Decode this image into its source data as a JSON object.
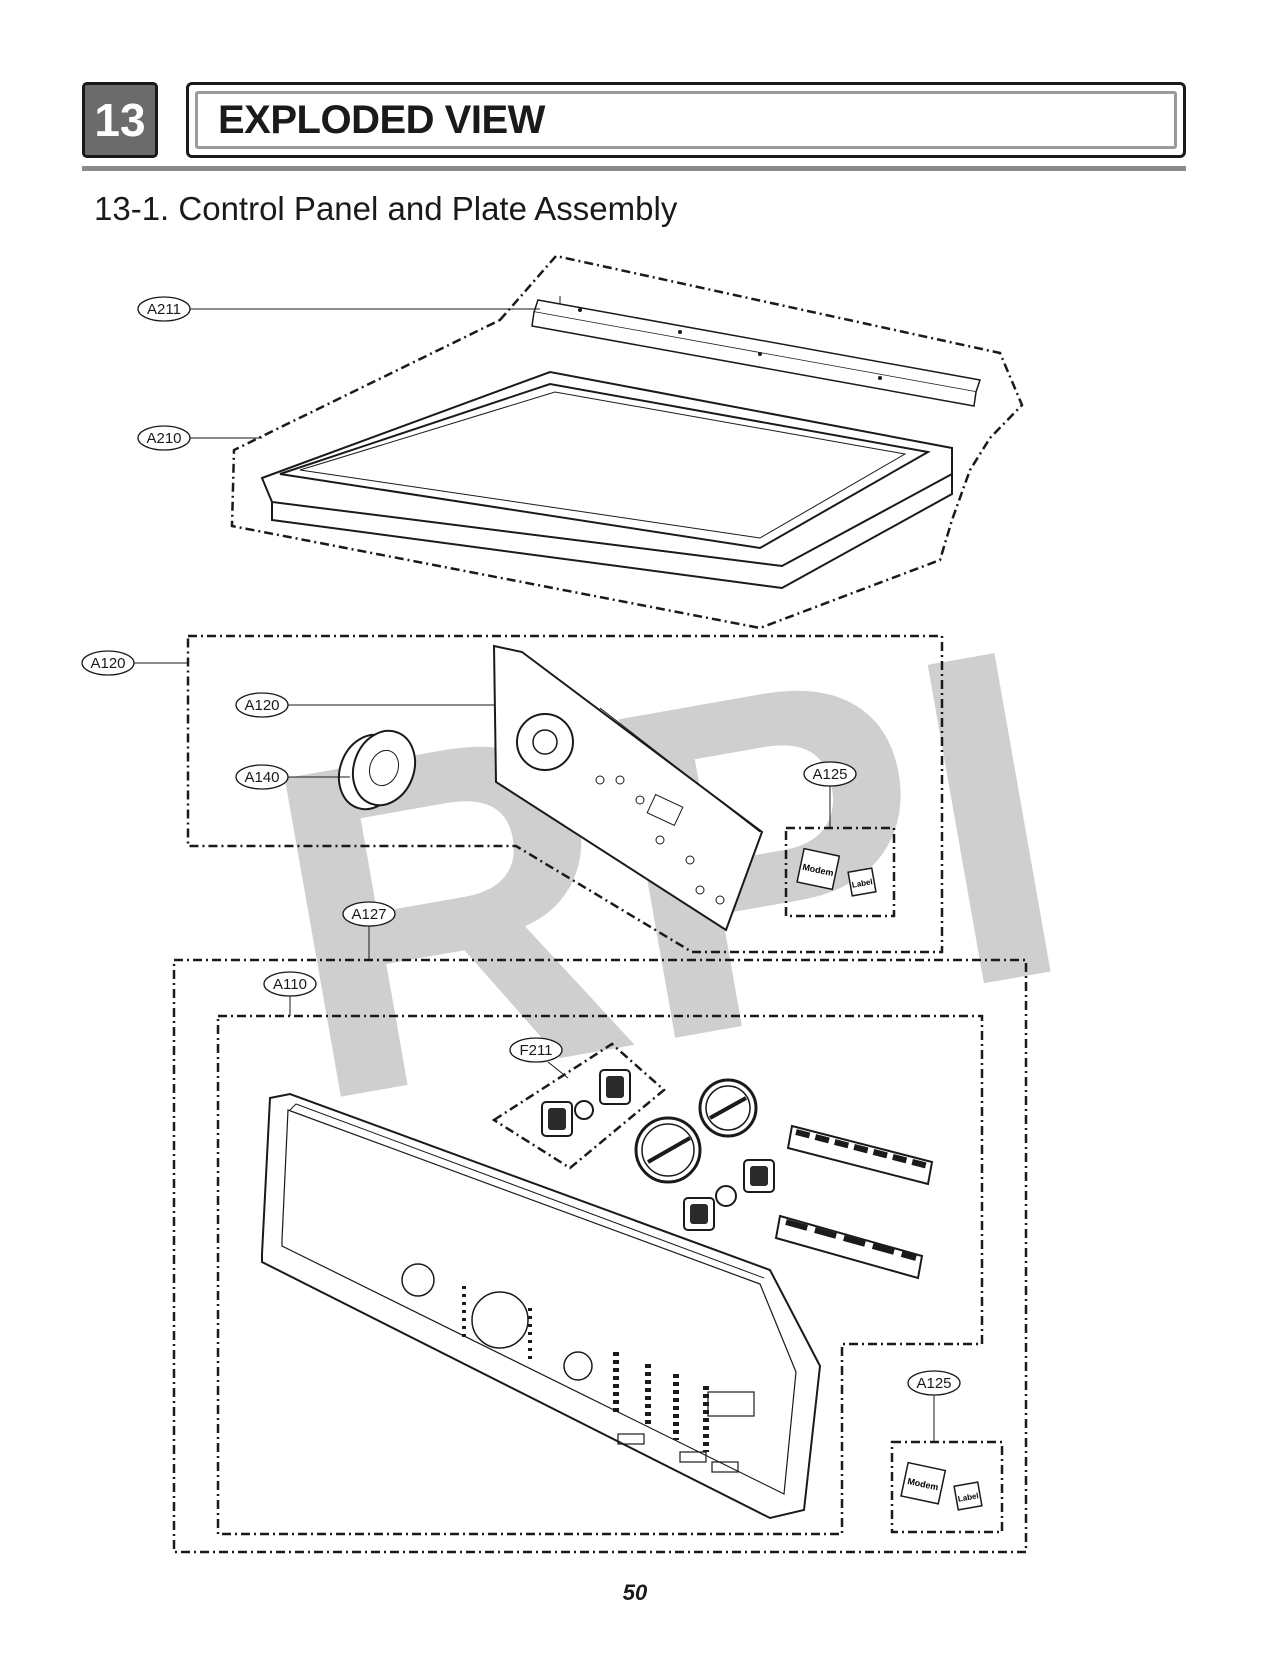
{
  "header": {
    "section_number": "13",
    "section_title": "EXPLODED VIEW",
    "subtitle": "13-1. Control Panel and Plate Assembly"
  },
  "watermark": "RPI",
  "callouts": {
    "a211": "A211",
    "a210": "A210",
    "a120_group": "A120",
    "a120": "A120",
    "a140": "A140",
    "a125_upper": "A125",
    "a127": "A127",
    "a110": "A110",
    "f211": "F211",
    "a125_lower": "A125"
  },
  "labels": {
    "modem_upper": "Modem",
    "label_upper": "Label",
    "modem_lower": "Modem",
    "label_lower": "Label"
  },
  "footer": {
    "page_number": "50"
  }
}
